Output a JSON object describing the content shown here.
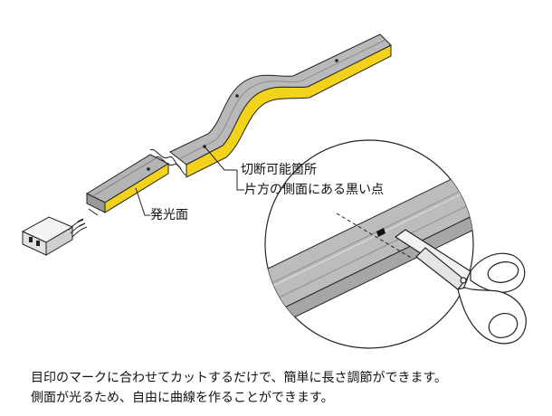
{
  "labels": {
    "cut_point_line1": "切断可能箇所",
    "cut_point_line2": "片方の側面にある黒い点",
    "light_surface": "発光面"
  },
  "caption": {
    "line1": "目印のマークに合わせてカットするだけで、簡単に長さ調節ができます。",
    "line2": "側面が光るため、自由に曲線を作ることができます。"
  },
  "colors": {
    "strip_top": "#b4b4b4",
    "strip_side": "#9a9a9a",
    "light_surface": "#f2d21b",
    "outline": "#222222",
    "connector": "#e6e6e6"
  }
}
